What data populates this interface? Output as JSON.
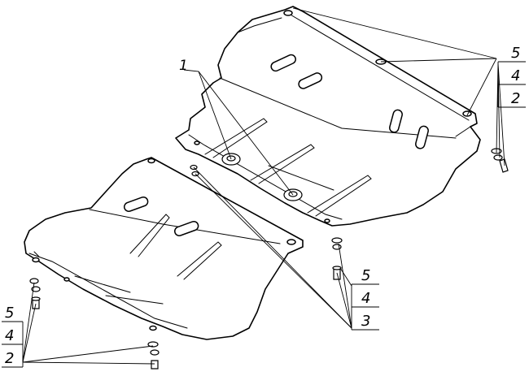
{
  "callouts": {
    "front_label": "1",
    "upper_right": [
      "5",
      "4",
      "2"
    ],
    "center_right": [
      "5",
      "4",
      "3"
    ],
    "lower_left": [
      "5",
      "4",
      "2"
    ]
  },
  "colors": {
    "line": "#000000",
    "background": "#ffffff"
  }
}
